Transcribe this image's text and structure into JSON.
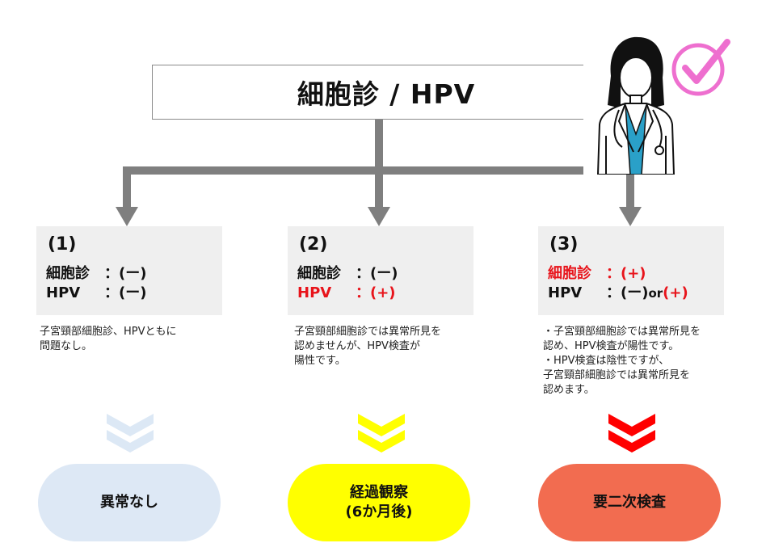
{
  "title": "細胞診 / HPV",
  "colors": {
    "arrow_gray": "#7f7f7f",
    "card_bg": "#efefef",
    "red_text": "#e8141b",
    "chevron_1": "#dce8f5",
    "chevron_2": "#ffff00",
    "chevron_3": "#ff0000",
    "outcome_1": "#dde8f5",
    "outcome_2": "#ffff00",
    "outcome_3": "#f26c50",
    "checkmark": "#ee6fcf"
  },
  "icons": {
    "doctor": "female-doctor-icon",
    "check": "check-circle-icon"
  },
  "cases": [
    {
      "number": "(1)",
      "cyto_label": "細胞診",
      "cyto_value": "：(ー)",
      "hpv_label": "HPV",
      "hpv_value": "：(ー)",
      "description": "子宮頸部細胞診、HPVともに\n問題なし。",
      "outcome": "異常なし"
    },
    {
      "number": "(2)",
      "cyto_label": "細胞診",
      "cyto_value": "：(ー)",
      "hpv_label": "HPV",
      "hpv_value": "：(+)",
      "description": "子宮頸部細胞診では異常所見を\n認めませんが、HPV検査が\n陽性です。",
      "outcome": "経過観察\n(6か月後)"
    },
    {
      "number": "(3)",
      "cyto_label": "細胞診",
      "cyto_value": "：(+)",
      "hpv_label": "HPV",
      "hpv_value_a": "：(ー)",
      "hpv_or": "or",
      "hpv_value_b": "(+)",
      "description": "・子宮頸部細胞診では異常所見を\n認め、HPV検査が陽性です。\n・HPV検査は陰性ですが、\n子宮頸部細胞診では異常所見を\n認めます。",
      "outcome": "要二次検査"
    }
  ]
}
